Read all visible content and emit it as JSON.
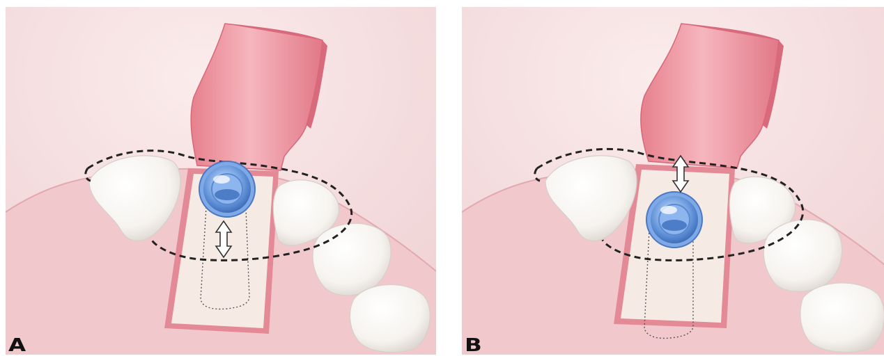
{
  "panels": [
    {
      "label": "A"
    },
    {
      "label": "B"
    }
  ],
  "colors": {
    "background": "#f3dada",
    "gum": "#f0c8cc",
    "flap": "#ee8f9a",
    "flap_highlight": "#f7b8c0",
    "strip": "#f5e8e2",
    "tooth": "#fbfaf8",
    "implant": "#6f9ee0",
    "dashed_outline": "#1e1e1e"
  },
  "icons": [
    "implant-icon",
    "double-arrow-icon",
    "tooth-icon",
    "dashed-outline"
  ]
}
